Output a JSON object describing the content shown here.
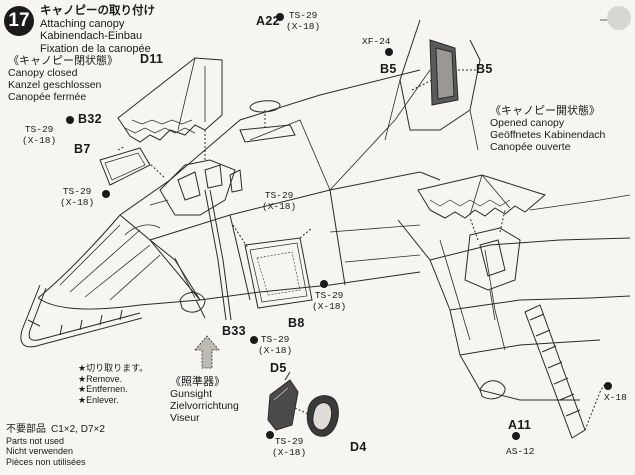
{
  "step": {
    "number": "17",
    "title_jp": "キャノピーの取り付け",
    "title_en": "Attaching canopy",
    "title_de": "Kabinendach-Einbau",
    "title_fr": "Fixation de la canopée"
  },
  "closed": {
    "jp": "《キャノピー閉状態》",
    "en": "Canopy closed",
    "de": "Kanzel geschlossen",
    "fr": "Canopée fermée"
  },
  "opened": {
    "jp": "《キャノピー開状態》",
    "en": "Opened canopy",
    "de": "Geöffnetes Kabinendach",
    "fr": "Canopée ouverte"
  },
  "parts": {
    "d11": "D11",
    "a22": "A22",
    "b32": "B32",
    "b7": "B7",
    "b5_left": "B5",
    "b5_right": "B5",
    "b8": "B8",
    "b33": "B33",
    "d5": "D5",
    "d4": "D4",
    "a11": "A11"
  },
  "paints": {
    "ts29_x18_a22": [
      "TS-29",
      "(X-18)"
    ],
    "xf24": "XF-24",
    "ts29_x18_b32": [
      "TS-29",
      "(X-18)"
    ],
    "ts29_x18_b7": [
      "TS-29",
      "(X-18)"
    ],
    "ts29_x18_b8": [
      "TS-29",
      "(X-18)"
    ],
    "ts29_x18_b33": [
      "TS-29",
      "(X-18)"
    ],
    "ts29_x18_d4": [
      "TS-29",
      "(X-18)"
    ],
    "x18": "X-18",
    "as12": "AS-12"
  },
  "cut": {
    "jp": "★切り取ります。",
    "en": "★Remove.",
    "de": "★Entfernen.",
    "fr": "★Enlever."
  },
  "gunsight": {
    "jp": "《照準器》",
    "en": "Gunsight",
    "de": "Zielvorrichtung",
    "fr": "Viseur"
  },
  "unused": {
    "jp": "不要部品",
    "jp_parts": "C1×2, D7×2",
    "en": "Parts not used",
    "de": "Nicht verwenden",
    "fr": "Pièces non utilisées"
  },
  "icons": [
    "step-number-badge",
    "paint-dot-icon",
    "direction-arrow-icon"
  ],
  "colors": {
    "ink": "#1a1a1a",
    "paper": "#f7f5f1",
    "badge": "#1b1b1b"
  }
}
